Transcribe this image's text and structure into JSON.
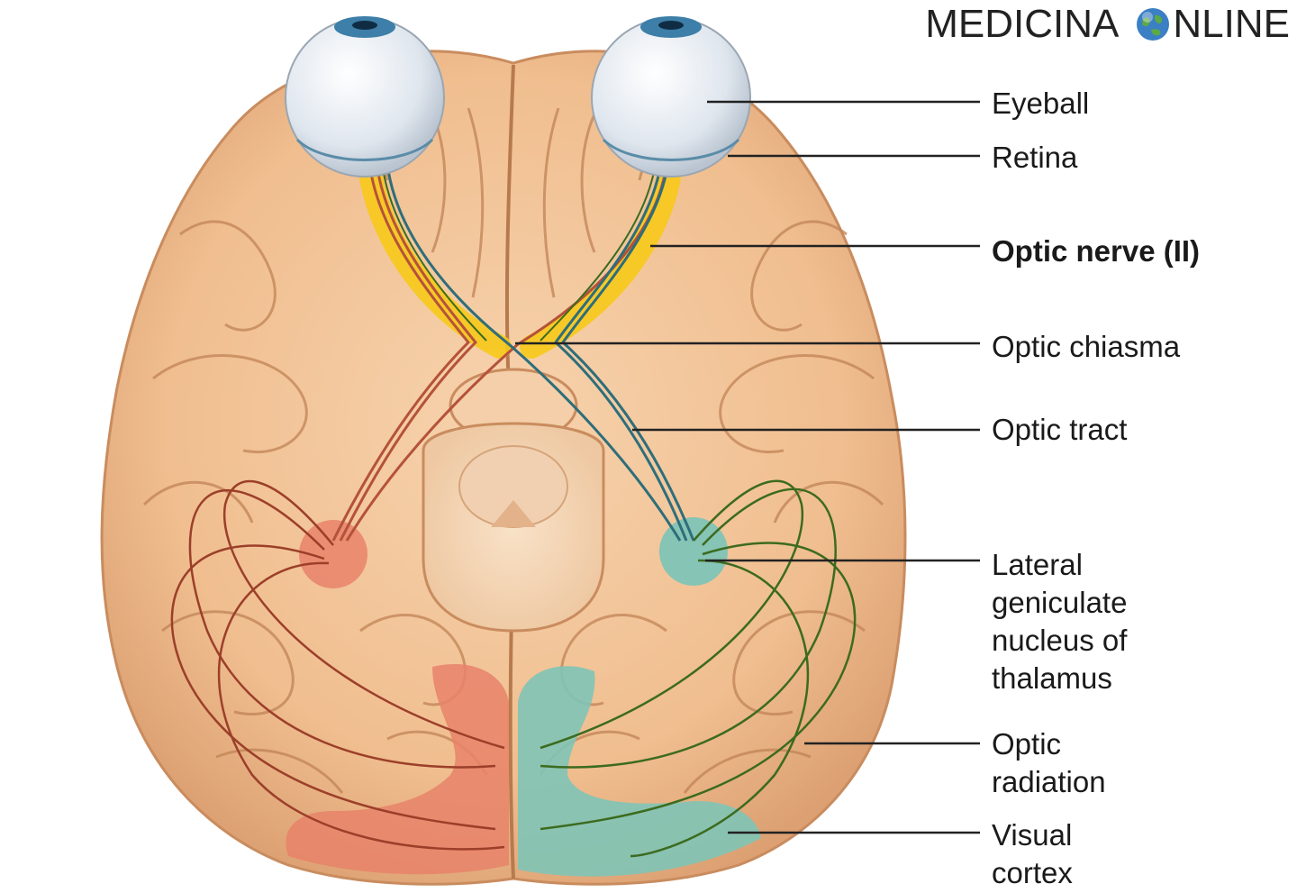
{
  "watermark": {
    "left": "MEDICINA",
    "right": "NLINE",
    "globe": "globe-icon"
  },
  "labels": [
    {
      "id": "eyeball",
      "text": "Eyeball",
      "bold": false
    },
    {
      "id": "retina",
      "text": "Retina",
      "bold": false
    },
    {
      "id": "optic-nerve",
      "text": "Optic nerve (II)",
      "bold": true
    },
    {
      "id": "optic-chiasma",
      "text": "Optic chiasma",
      "bold": false
    },
    {
      "id": "optic-tract",
      "text": "Optic tract",
      "bold": false
    },
    {
      "id": "lgn",
      "text": "Lateral\ngeniculate\nnucleus of\nthalamus",
      "bold": false
    },
    {
      "id": "optic-radiation",
      "text": "Optic\nradiation",
      "bold": false
    },
    {
      "id": "visual-cortex",
      "text": "Visual\ncortex",
      "bold": false
    }
  ],
  "colors": {
    "brain": "#f2c49a",
    "brain_shadow": "#d99a6c",
    "gyrus_line": "#b9784e",
    "optic_nerve_sheath": "#f7c919",
    "left_pathway": "#b5523a",
    "right_pathway": "#2e6e7a",
    "right_radiation": "#3c6b1f",
    "left_cortex": "#e8836a",
    "right_cortex": "#7fc4b6",
    "eye": "#e8eef4",
    "iris": "#3d7fa8"
  }
}
